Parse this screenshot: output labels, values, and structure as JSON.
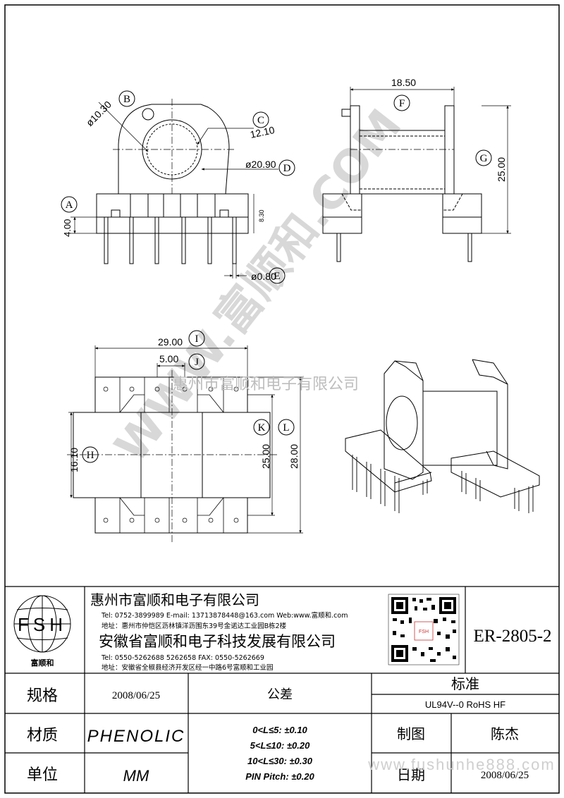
{
  "drawing": {
    "dims": {
      "d_10_30": "ø10.30",
      "d_12_10": "12.10",
      "d_20_90": "ø20.90",
      "d_8_30": "8.30",
      "d_4_00": "4.00",
      "d_0_80": "ø0.80",
      "d_18_50": "18.50",
      "d_25_00_side": "25.00",
      "d_29_00": "29.00",
      "d_5_00": "5.00",
      "d_16_10": "16.10",
      "d_25_00_bottom": "25.00",
      "d_28_00": "28.00"
    },
    "markers": {
      "a": "A",
      "b": "B",
      "c": "C",
      "d": "D",
      "e": "E",
      "f": "F",
      "g": "G",
      "h": "H",
      "i": "I",
      "j": "J",
      "k": "K",
      "l": "L"
    },
    "watermark_url": "WWW.富顺和.COM",
    "watermark_company": "惠州市富顺和电子有限公司"
  },
  "title_block": {
    "logo_text": "FSH",
    "logo_caption": "富顺和",
    "company1": {
      "name": "惠州市富顺和电子有限公司",
      "contact": "Tel:  0752-3899989  E-mail: 13713878448@163.com  Web:www.富顺和.com",
      "address": "地址：惠州市仲恺区沥林镇洋沥围东39号金诺达工业园B栋2楼"
    },
    "company2": {
      "name": "安徽省富顺和电子科技发展有限公司",
      "contact": "Tel:  0550-5262688  5262658     FAX:  0550-5262669",
      "address": "地址：安徽省全椒县经济开发区经一中路6号富顺和工业园"
    },
    "part_number": "ER-2805-2",
    "qr_label": "FSH"
  },
  "info_table": {
    "spec_label": "规格",
    "spec_value": "2008/06/25",
    "tolerance_label": "公差",
    "standard_label": "标准",
    "standard_value": "UL94V--0  RoHS HF",
    "material_label": "材质",
    "material_value": "PHENOLIC",
    "unit_label": "单位",
    "unit_value": "MM",
    "tolerances": [
      "0<L≤5: ±0.10",
      "5<L≤10: ±0.20",
      "10<L≤30: ±0.30",
      "PIN Pitch: ±0.20"
    ],
    "drawn_label": "制图",
    "drawn_value": "陈杰",
    "date_label": "日期",
    "date_value": "2008/06/25",
    "website_watermark": "www.fushunhe888.com"
  }
}
